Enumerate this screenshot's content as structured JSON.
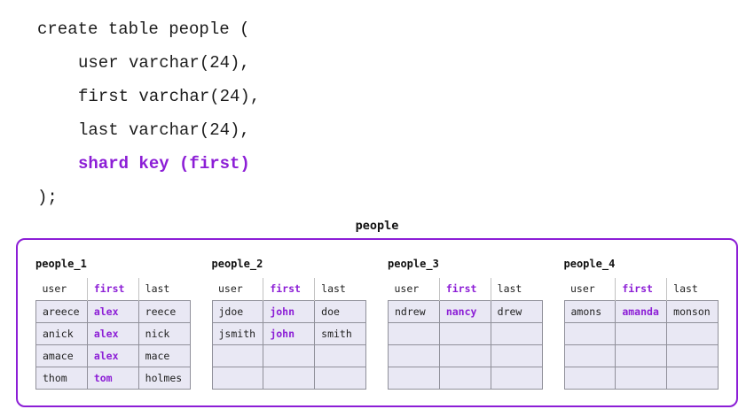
{
  "code": {
    "lines": [
      {
        "text": "create table people (",
        "indent": 0,
        "highlight": false
      },
      {
        "text": "user varchar(24),",
        "indent": 1,
        "highlight": false
      },
      {
        "text": "first varchar(24),",
        "indent": 1,
        "highlight": false
      },
      {
        "text": "last varchar(24),",
        "indent": 1,
        "highlight": false
      },
      {
        "text": "shard key (first)",
        "indent": 1,
        "highlight": true
      },
      {
        "text": ");",
        "indent": 0,
        "highlight": false
      }
    ]
  },
  "diagram": {
    "title": "people",
    "columns": [
      "user",
      "first",
      "last"
    ],
    "shard_key_column": "first",
    "shards": [
      {
        "name": "people_1",
        "rows": [
          [
            "areece",
            "alex",
            "reece"
          ],
          [
            "anick",
            "alex",
            "nick"
          ],
          [
            "amace",
            "alex",
            "mace"
          ],
          [
            "thom",
            "tom",
            "holmes"
          ]
        ]
      },
      {
        "name": "people_2",
        "rows": [
          [
            "jdoe",
            "john",
            "doe"
          ],
          [
            "jsmith",
            "john",
            "smith"
          ],
          [
            "",
            "",
            ""
          ],
          [
            "",
            "",
            ""
          ]
        ]
      },
      {
        "name": "people_3",
        "rows": [
          [
            "ndrew",
            "nancy",
            "drew"
          ],
          [
            "",
            "",
            ""
          ],
          [
            "",
            "",
            ""
          ],
          [
            "",
            "",
            ""
          ]
        ]
      },
      {
        "name": "people_4",
        "rows": [
          [
            "amons",
            "amanda",
            "monson"
          ],
          [
            "",
            "",
            ""
          ],
          [
            "",
            "",
            ""
          ],
          [
            "",
            "",
            ""
          ]
        ]
      }
    ]
  },
  "colors": {
    "accent_purple": "#8C1ED6",
    "cell_background": "#E9E8F4",
    "cell_border": "#90909A",
    "text": "#1C1C1C"
  }
}
